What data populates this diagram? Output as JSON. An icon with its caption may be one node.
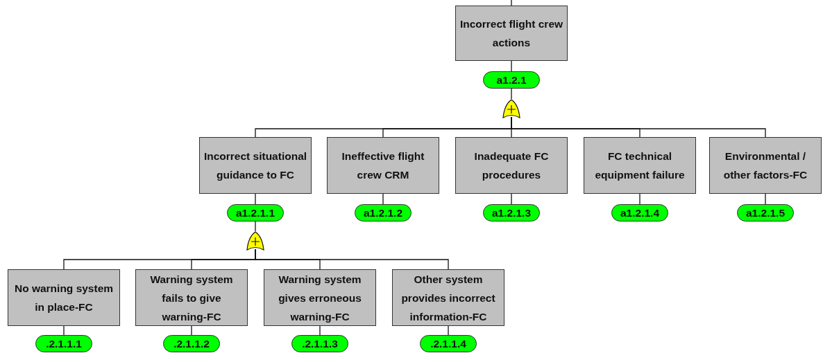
{
  "diagram": {
    "nodes": [
      {
        "text": [
          "Incorrect flight crew actions"
        ]
      },
      {
        "text": [
          "a1.2.1"
        ]
      },
      {
        "text": [],
        "shape": "gate"
      },
      {
        "text": [
          "Incorrect situational guidance to FC"
        ]
      },
      {
        "text": [
          "a1.2.1.1"
        ]
      },
      {
        "text": [
          "Ineffective flight crew CRM"
        ]
      },
      {
        "text": [
          "a1.2.1.2"
        ]
      },
      {
        "text": [
          "Inadequate FC procedures"
        ]
      },
      {
        "text": [
          "a1.2.1.3"
        ]
      },
      {
        "text": [
          "FC technical equipment failure"
        ]
      },
      {
        "text": [
          "a1.2.1.4"
        ]
      },
      {
        "text": [
          "Environmental / other factors-FC"
        ]
      },
      {
        "text": [
          "a1.2.1.5"
        ]
      },
      {
        "text": [],
        "shape": "gate"
      },
      {
        "text": [
          "No warning system in place-FC"
        ]
      },
      {
        "text": [
          ".2.1.1.1"
        ]
      },
      {
        "text": [
          "Warning system fails to give warning-FC"
        ]
      },
      {
        "text": [
          ".2.1.1.2"
        ]
      },
      {
        "text": [
          "Warning system gives erroneous warning-FC"
        ]
      },
      {
        "text": [
          ".2.1.1.3"
        ]
      },
      {
        "text": [
          "Other system provides incorrect information-FC"
        ]
      },
      {
        "text": [
          ".2.1.1.4"
        ]
      }
    ],
    "edges": [
      {
        "from": null,
        "to": 0,
        "arrow": "none"
      },
      {
        "from": 0,
        "to": 1,
        "arrow": "none"
      },
      {
        "from": 1,
        "to": 2,
        "arrow": "none"
      },
      {
        "from": 2,
        "to": 3,
        "arrow": "none"
      },
      {
        "from": 2,
        "to": 5,
        "arrow": "none"
      },
      {
        "from": 2,
        "to": 7,
        "arrow": "none"
      },
      {
        "from": 2,
        "to": 9,
        "arrow": "none"
      },
      {
        "from": 2,
        "to": 11,
        "arrow": "none"
      },
      {
        "from": 3,
        "to": 4,
        "arrow": "none"
      },
      {
        "from": 5,
        "to": 6,
        "arrow": "none"
      },
      {
        "from": 7,
        "to": 8,
        "arrow": "none"
      },
      {
        "from": 9,
        "to": 10,
        "arrow": "none"
      },
      {
        "from": 11,
        "to": 12,
        "arrow": "none"
      },
      {
        "from": 4,
        "to": 13,
        "arrow": "none"
      },
      {
        "from": 13,
        "to": 14,
        "arrow": "none"
      },
      {
        "from": 13,
        "to": 16,
        "arrow": "none"
      },
      {
        "from": 13,
        "to": 18,
        "arrow": "none"
      },
      {
        "from": 13,
        "to": 20,
        "arrow": "none"
      },
      {
        "from": 14,
        "to": 15,
        "arrow": "none"
      },
      {
        "from": 16,
        "to": 17,
        "arrow": "none"
      },
      {
        "from": 18,
        "to": 19,
        "arrow": "none"
      },
      {
        "from": 20,
        "to": 21,
        "arrow": "none"
      }
    ]
  }
}
